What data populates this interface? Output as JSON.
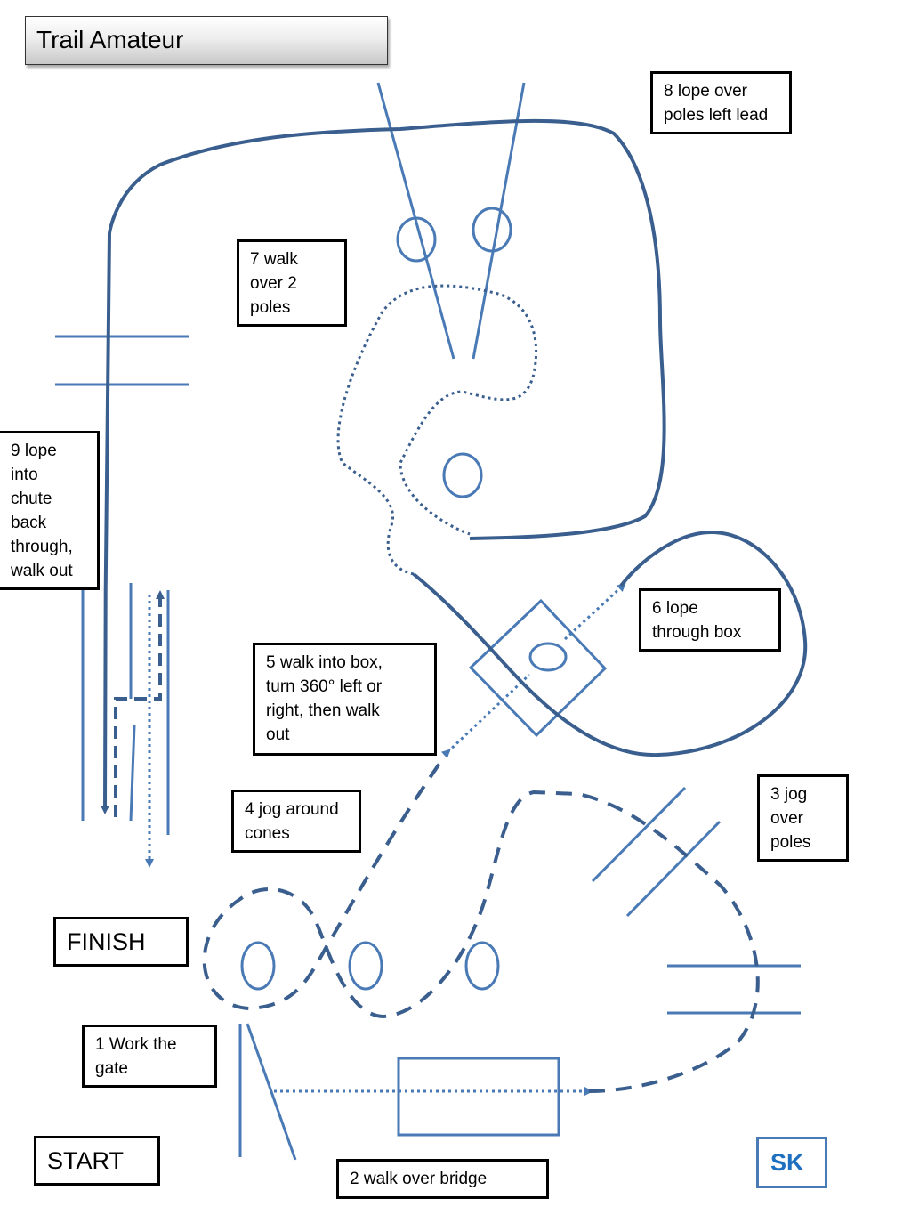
{
  "title": "Trail  Amateur",
  "labels": {
    "start": "START",
    "finish": "FINISH",
    "step1": "1 Work the\ngate",
    "step2": "2 walk over bridge",
    "step3": "3 jog\nover\npoles",
    "step4": "4 jog around\ncones",
    "step5": "5 walk into box,\nturn 360° left or\nright, then walk\nout",
    "step6": "6 lope\nthrough box",
    "step7": "7 walk\nover 2\npoles",
    "step8": "8 lope over\npoles left lead",
    "step9": "9 lope\ninto\nchute\nback\nthrough,\nwalk out"
  },
  "signature": "SK",
  "colors": {
    "obstacle": "#4a7ab5",
    "path": "#3a5f8f",
    "signature": "#1f6fc0"
  }
}
